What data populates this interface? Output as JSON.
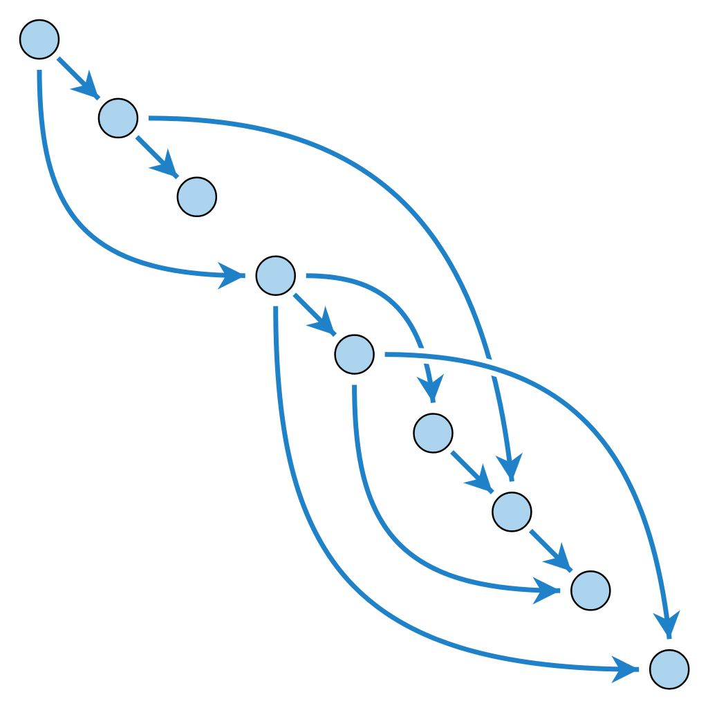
{
  "diagram": {
    "type": "directed-graph",
    "colors": {
      "edge": "#1f82c8",
      "node_fill": "#acd4ef",
      "node_stroke": "#000000",
      "background": "#ffffff"
    },
    "nodes": [
      {
        "id": "n0"
      },
      {
        "id": "n1"
      },
      {
        "id": "n2"
      },
      {
        "id": "n3"
      },
      {
        "id": "n4"
      },
      {
        "id": "n5"
      },
      {
        "id": "n6"
      },
      {
        "id": "n7"
      },
      {
        "id": "n8"
      }
    ],
    "edges": [
      {
        "from": "n0",
        "to": "n1",
        "route": "straight"
      },
      {
        "from": "n1",
        "to": "n2",
        "route": "straight"
      },
      {
        "from": "n0",
        "to": "n3",
        "route": "down-left"
      },
      {
        "from": "n3",
        "to": "n4",
        "route": "straight"
      },
      {
        "from": "n3",
        "to": "n5",
        "route": "right-top"
      },
      {
        "from": "n5",
        "to": "n6",
        "route": "straight"
      },
      {
        "from": "n6",
        "to": "n7",
        "route": "straight"
      },
      {
        "from": "n1",
        "to": "n6",
        "route": "right-top"
      },
      {
        "from": "n4",
        "to": "n7",
        "route": "down-left"
      },
      {
        "from": "n3",
        "to": "n8",
        "route": "down-left"
      },
      {
        "from": "n4",
        "to": "n8",
        "route": "right-top"
      }
    ]
  }
}
